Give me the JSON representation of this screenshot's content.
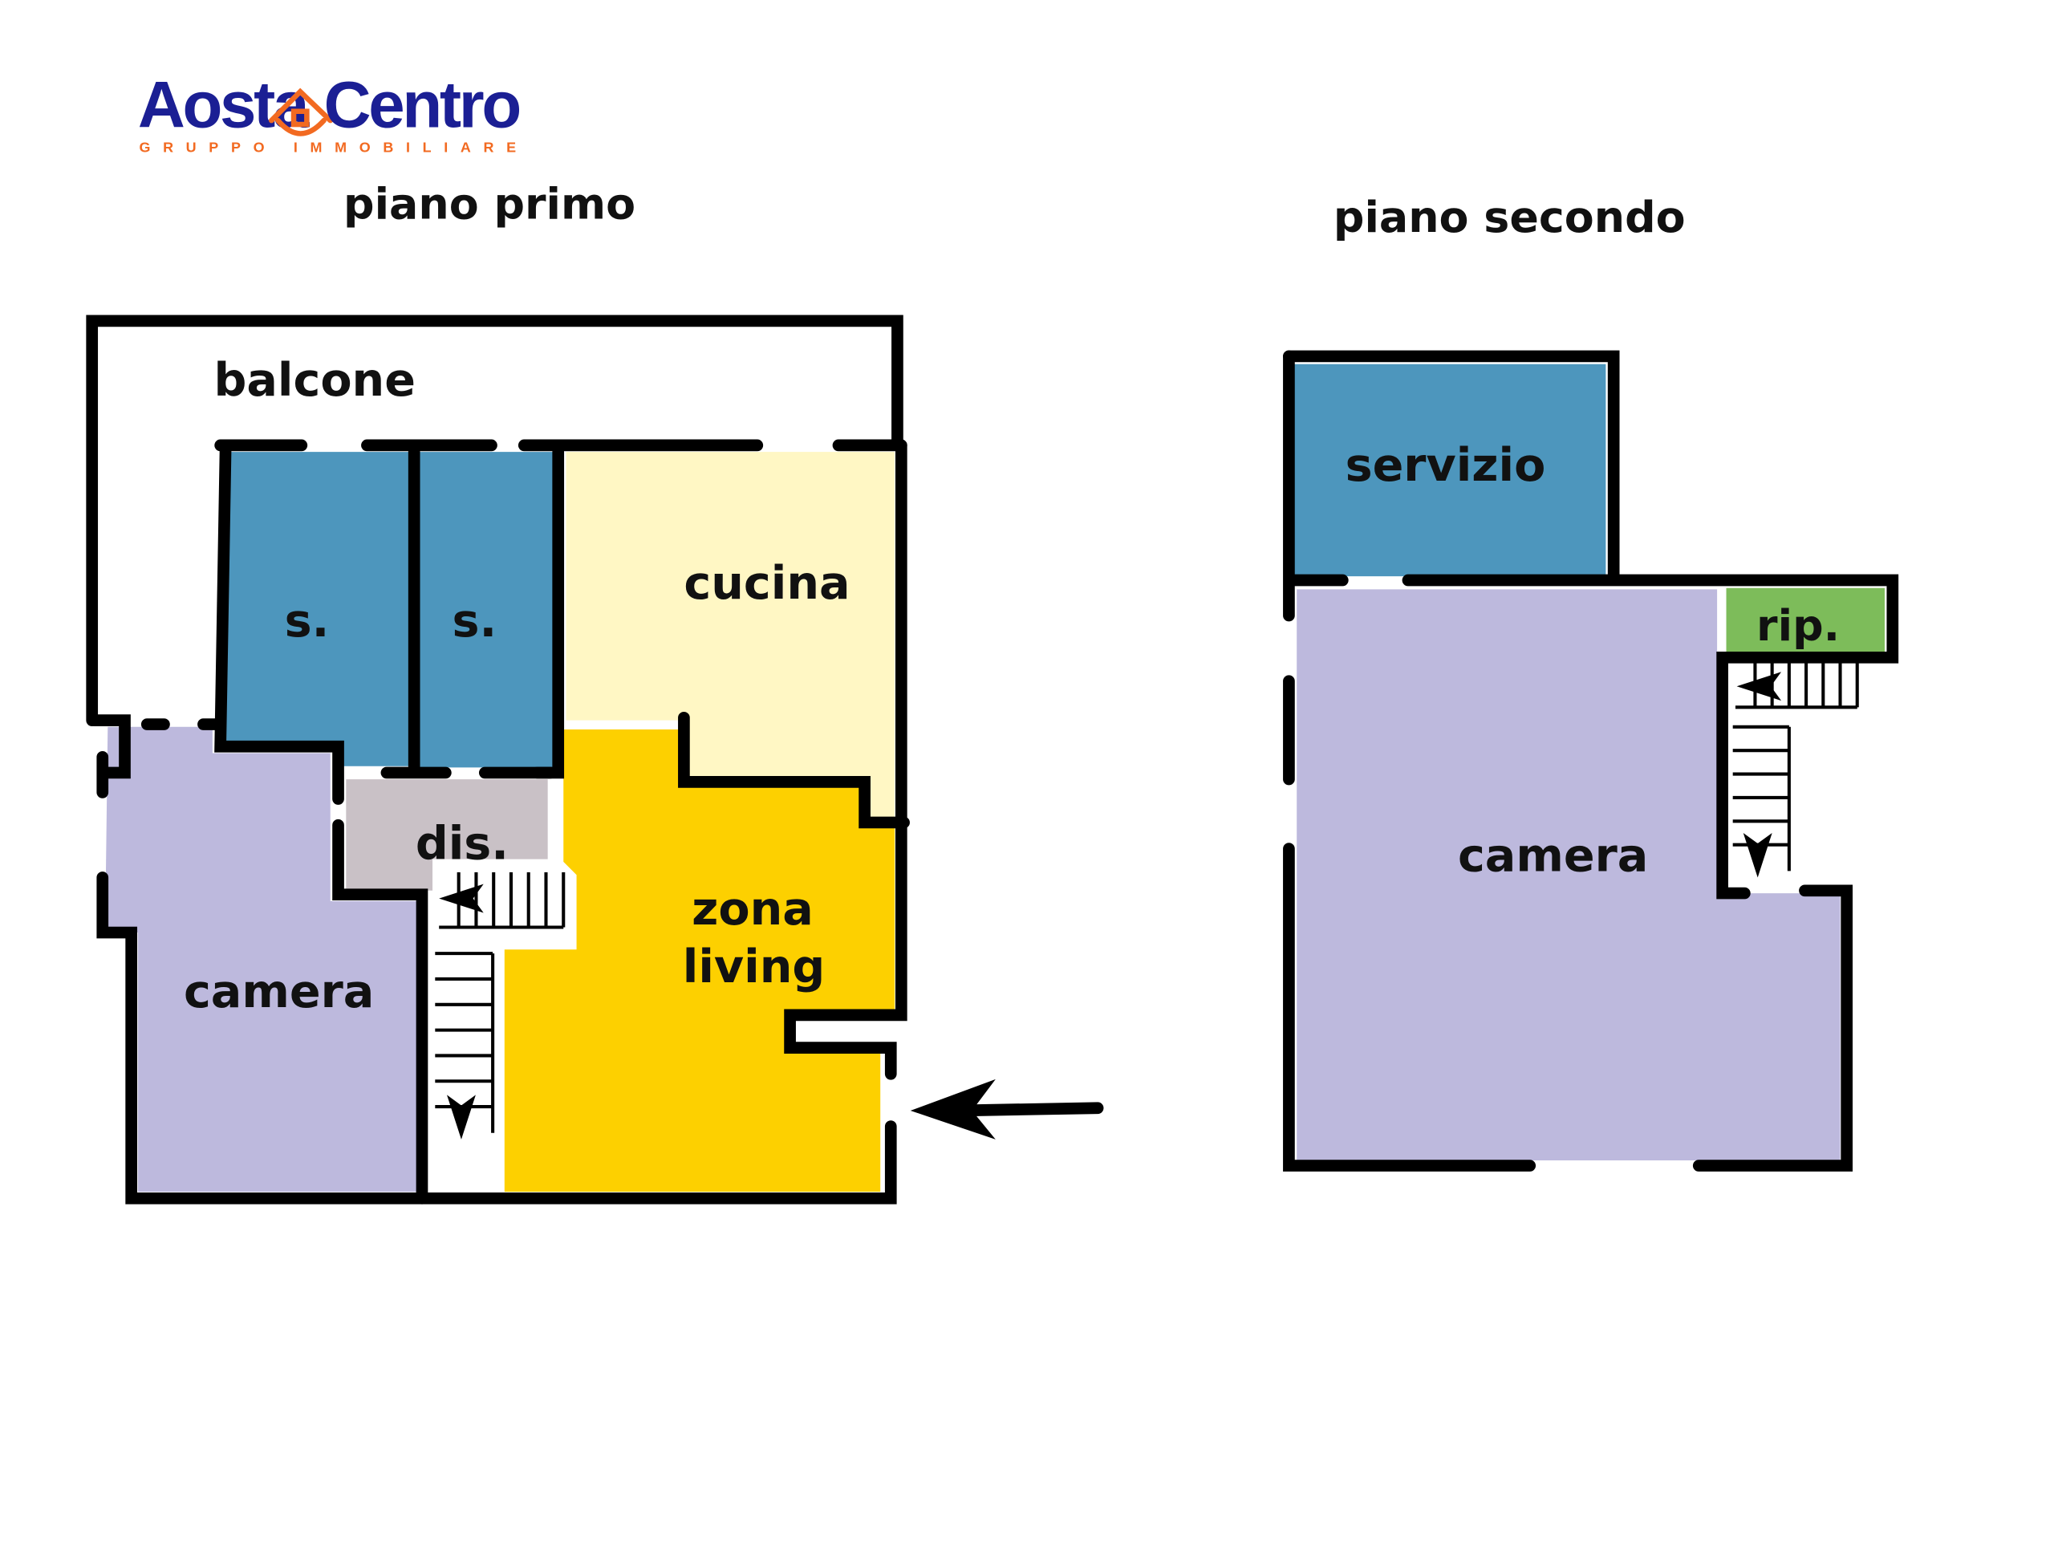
{
  "logo": {
    "brand_left": "Aosta",
    "brand_right": "Centro",
    "tagline": "GRUPPO IMMOBILIARE"
  },
  "floors": [
    {
      "title": "piano primo",
      "rooms": {
        "balcony": "balcone",
        "bath1": "s.",
        "bath2": "s.",
        "kitchen": "cucina",
        "hall": "dis.",
        "living_1": "zona",
        "living_2": "living",
        "bedroom": "camera"
      }
    },
    {
      "title": "piano secondo",
      "rooms": {
        "bathroom": "servizio",
        "storage": "rip.",
        "bedroom": "camera"
      }
    }
  ],
  "colors": {
    "bathroom": "#4d96bd",
    "kitchen": "#fff7c4",
    "living": "#fdd000",
    "hall": "#c9c1c6",
    "bedroom": "#bdb9dd",
    "storage": "#7dbc5a",
    "logo_blue": "#1b1f94",
    "logo_orange": "#f26a21"
  }
}
